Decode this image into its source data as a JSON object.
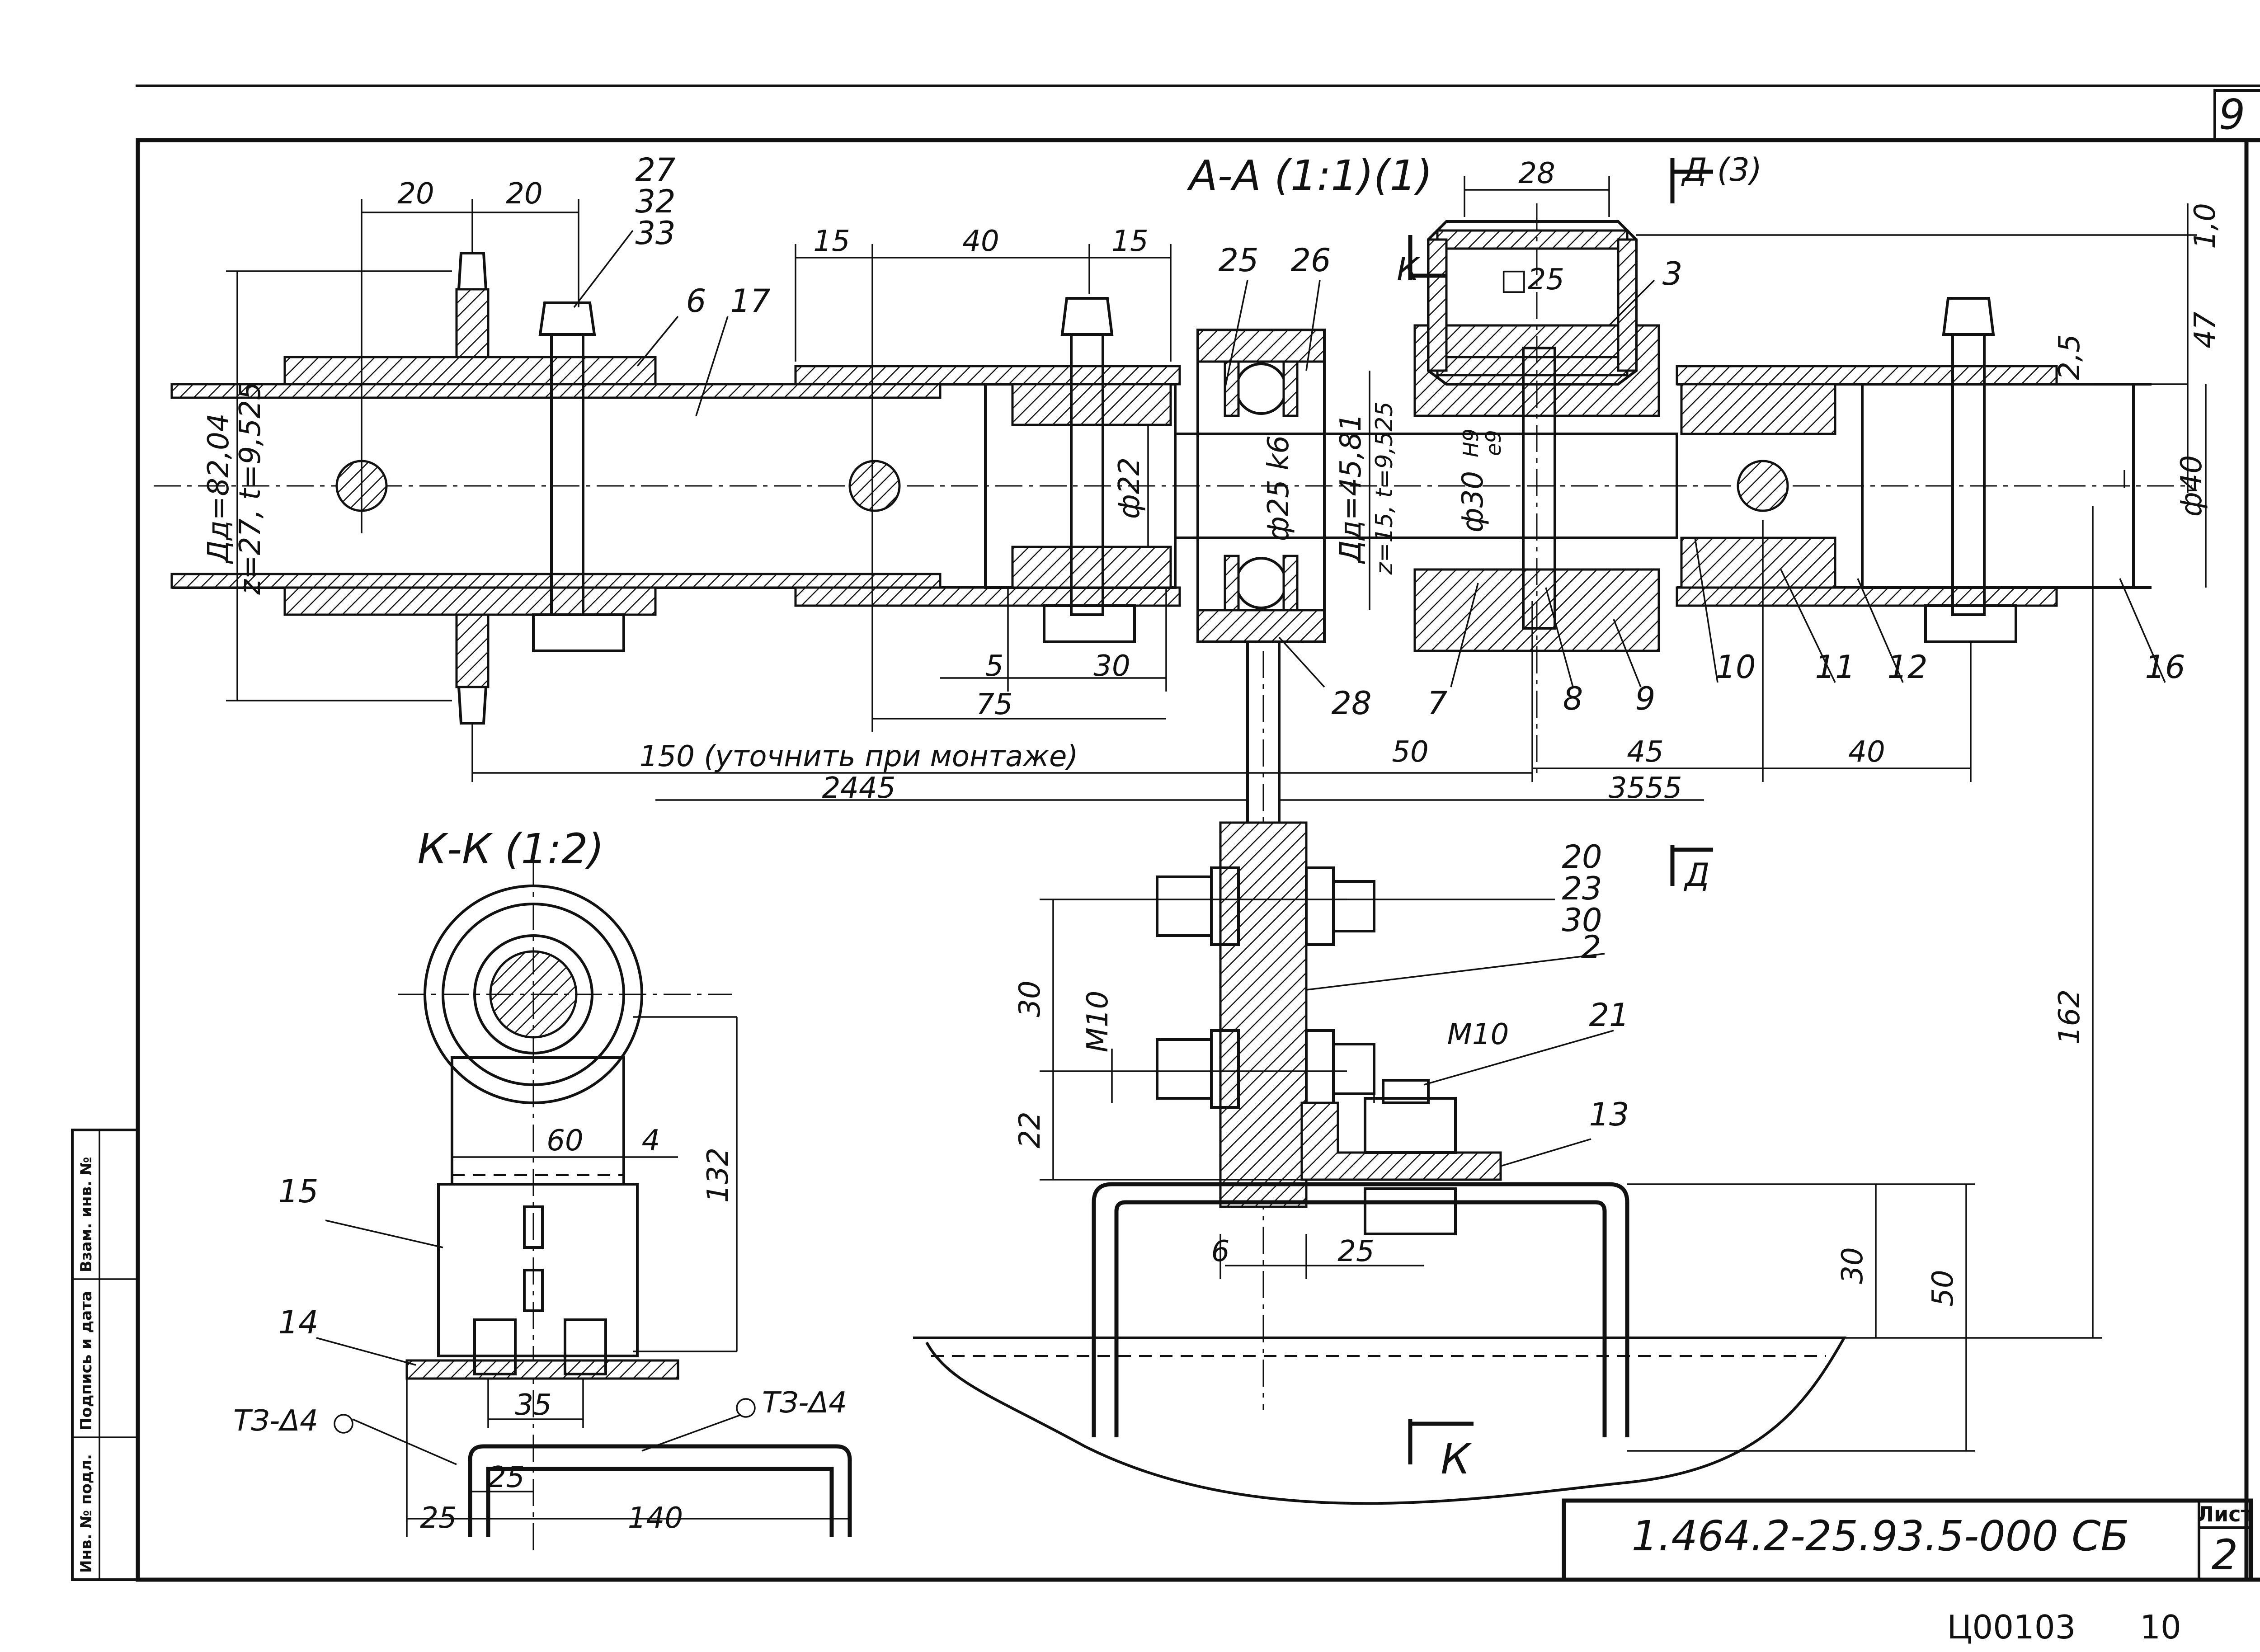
{
  "sheet": {
    "top_right_number": "9",
    "drawing_code": "1.464.2-25.93.5-000 СБ",
    "list_label": "Лист",
    "list_number": "2",
    "bottom_code": "Ц00103",
    "bottom_number": "10",
    "side_labels": [
      "Инв. № подл.",
      "Подпись и дата",
      "Взам. инв. №"
    ]
  },
  "views": {
    "section_aa": "А-А (1:1)(1)",
    "section_d3": "Д (3)",
    "section_kk": "К-К (1:2)",
    "marker_k": "К",
    "marker_d": "Д"
  },
  "callouts": [
    "27",
    "32",
    "33",
    "6",
    "17",
    "25",
    "26",
    "3",
    "28",
    "7",
    "8",
    "9",
    "10",
    "11",
    "12",
    "16",
    "20",
    "23",
    "30",
    "2",
    "21",
    "13",
    "15",
    "14"
  ],
  "dimensions": {
    "d20a": "20",
    "d20b": "20",
    "d15a": "15",
    "d40": "40",
    "d15b": "15",
    "d28": "28",
    "d10": "1,0",
    "d47": "47",
    "d25s": "2,5",
    "phi40": "ф40",
    "sq25": "□25",
    "phi22": "ф22",
    "phi25k6": "ф25 k6",
    "sprocket_left": "Дд=82,04",
    "sprocket_left_z": "z=27, t=9,525",
    "sprocket_right": "Дд=45,81",
    "sprocket_right_z": "z=15, t=9,525",
    "phi30": "ф30",
    "fit_h9": "H9",
    "fit_e9": "e9",
    "d5": "5",
    "d30": "30",
    "d75": "75",
    "d150": "150 (уточнить при монтаже)",
    "d50": "50",
    "d45": "45",
    "d40b": "40",
    "d2445": "2445",
    "d3555": "3555",
    "m10a": "M10",
    "m10b": "M10",
    "d30v": "30",
    "d22": "22",
    "d162": "162",
    "d6": "6",
    "d25b": "25",
    "d30r": "30",
    "d50r": "50",
    "d60": "60",
    "d4": "4",
    "d132": "132",
    "d35": "35",
    "d25c": "25",
    "d25d": "25",
    "d140": "140",
    "weld1": "ТЗ-Δ4",
    "weld2": "ТЗ-Δ4"
  }
}
